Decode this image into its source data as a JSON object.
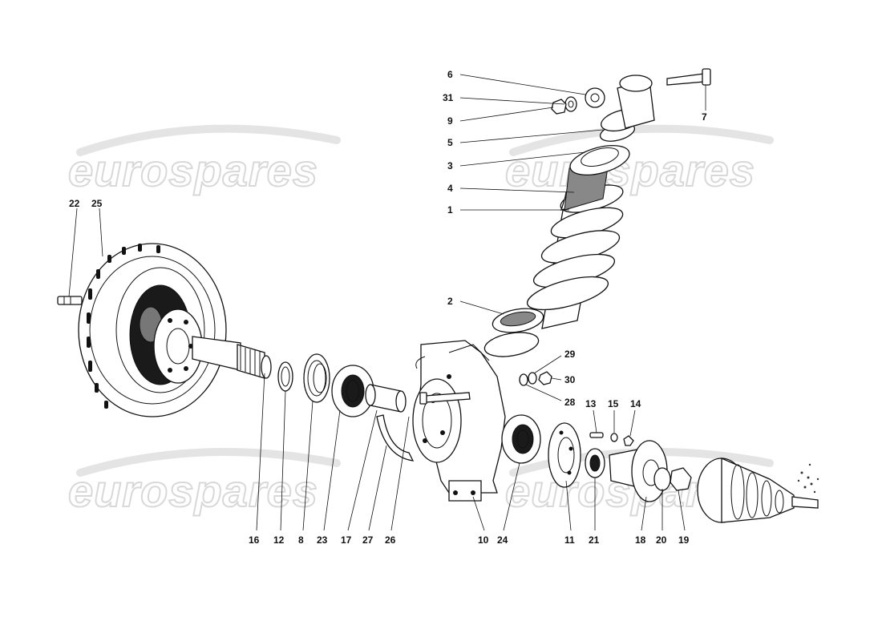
{
  "watermark": {
    "text": "eurospares"
  },
  "callouts": {
    "p1": "1",
    "p2": "2",
    "p3": "3",
    "p4": "4",
    "p5": "5",
    "p6": "6",
    "p7": "7",
    "p8": "8",
    "p9": "9",
    "p10": "10",
    "p11": "11",
    "p12": "12",
    "p13": "13",
    "p14": "14",
    "p15": "15",
    "p16": "16",
    "p17": "17",
    "p18": "18",
    "p19": "19",
    "p20": "20",
    "p21": "21",
    "p22": "22",
    "p23": "23",
    "p24": "24",
    "p25": "25",
    "p26": "26",
    "p27": "27",
    "p28": "28",
    "p29": "29",
    "p30": "30",
    "p31": "31"
  }
}
